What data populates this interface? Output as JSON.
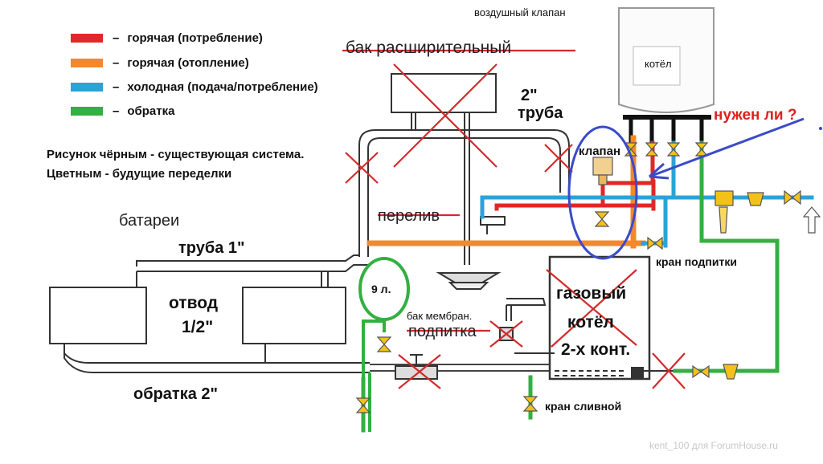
{
  "colors": {
    "hot_consumption": "#e02828",
    "hot_heating": "#f5882a",
    "cold": "#2aa3d8",
    "return": "#33b040",
    "strike": "#d42a2a",
    "arrow": "#3a4bc8",
    "valve_fill": "#f2c21b"
  },
  "legend": [
    {
      "color": "#e02828",
      "dash": "–",
      "text": "горячая (потребление)"
    },
    {
      "color": "#f5882a",
      "dash": "–",
      "text": "горячая (отопление)"
    },
    {
      "color": "#2aa3d8",
      "dash": "–",
      "text": "холодная (подача/потребление)"
    },
    {
      "color": "#33b040",
      "dash": "–",
      "text": "обратка"
    }
  ],
  "labels": {
    "air_valve": "воздушный  клапан",
    "expansion_tank": "бак расширительный",
    "boiler_top": "котёл",
    "needed_question": "нужен ли ?",
    "pipe_2": "2\"",
    "pipe_word": "труба",
    "note_line1": "Рисунок чёрным - существующая система.",
    "note_line2": "Цветным - будущие переделки",
    "valve_label": "клапан",
    "batteries": "батареи",
    "overflow": "перелив",
    "pipe_1": "труба 1\"",
    "branch": "отвод",
    "branch_size": "1/2\"",
    "membrane_volume": "9 л.",
    "membrane_tank": "бак мембран.",
    "makeup": "подпитка",
    "makeup_valve": "кран подпитки",
    "gas_boiler_1": "газовый",
    "gas_boiler_2": "котёл",
    "gas_boiler_3": "2-х конт.",
    "return_2": "обратка 2\"",
    "drain_valve": "кран сливной",
    "watermark": "kent_100 для ForumHouse.ru"
  }
}
